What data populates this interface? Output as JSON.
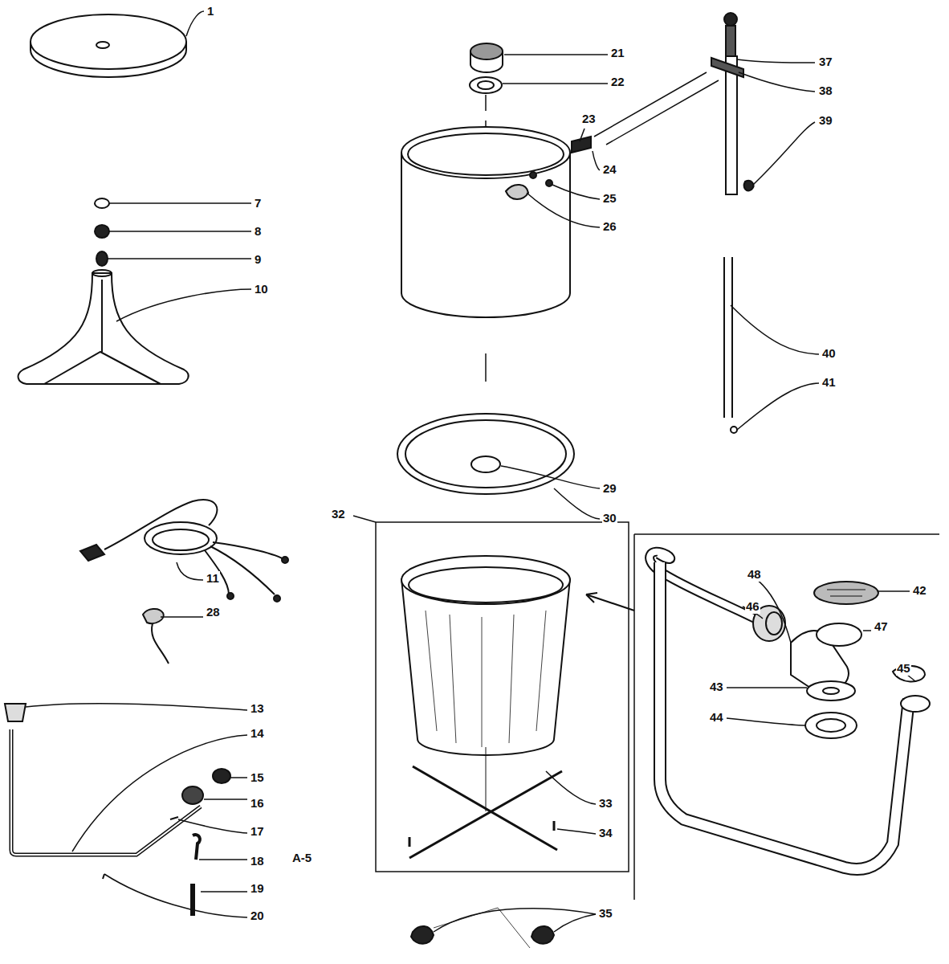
{
  "diagram": {
    "labels": [
      "1",
      "21",
      "37",
      "22",
      "38",
      "23",
      "39",
      "24",
      "7",
      "25",
      "8",
      "26",
      "9",
      "10",
      "40",
      "41",
      "29",
      "30",
      "32",
      "11",
      "42",
      "48",
      "46",
      "47",
      "28",
      "45",
      "13",
      "43",
      "14",
      "44",
      "15",
      "33",
      "16",
      "34",
      "17",
      "18",
      "A-5",
      "19",
      "20",
      "35"
    ]
  }
}
